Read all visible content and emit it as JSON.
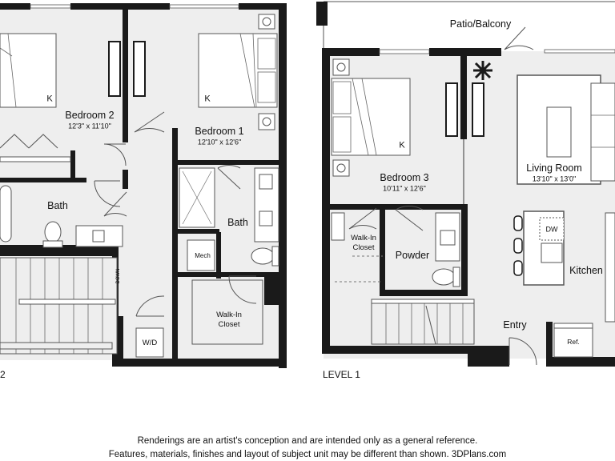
{
  "labels": {
    "bedroom2": "Bedroom 2",
    "bedroom2_dim": "12'3\" x 11'10\"",
    "bedroom1": "Bedroom 1",
    "bedroom1_dim": "12'10\" x 12'6\"",
    "bath_left": "Bath",
    "bath_right": "Bath",
    "mech": "Mech",
    "walkin_upper": "Walk-In Closet",
    "wd": "W/D",
    "down": "DOWN",
    "bed_k_left": "K",
    "bed_k_right": "K",
    "patio": "Patio/Balcony",
    "bedroom3": "Bedroom 3",
    "bedroom3_dim": "10'11\" x 12'6\"",
    "bed_k_l1": "K",
    "living": "Living Room",
    "living_dim": "13'10\" x 13'0\"",
    "walkin_l1": "Walk-In Closet",
    "powder": "Powder",
    "dw": "DW",
    "kitchen": "Kitchen",
    "entry": "Entry",
    "ref": "Ref."
  },
  "levels": {
    "level2": "2",
    "level1": "LEVEL 1"
  },
  "disclaimer": {
    "line1": "Renderings are an artist's conception and are intended only as a general reference.",
    "line2": "Features, materials, finishes and layout of subject unit may be different than shown. 3DPlans.com"
  },
  "colors": {
    "wall": "#1a1a1a",
    "floor": "#eeeeee",
    "fixture": "#ffffff",
    "line": "#555555"
  }
}
